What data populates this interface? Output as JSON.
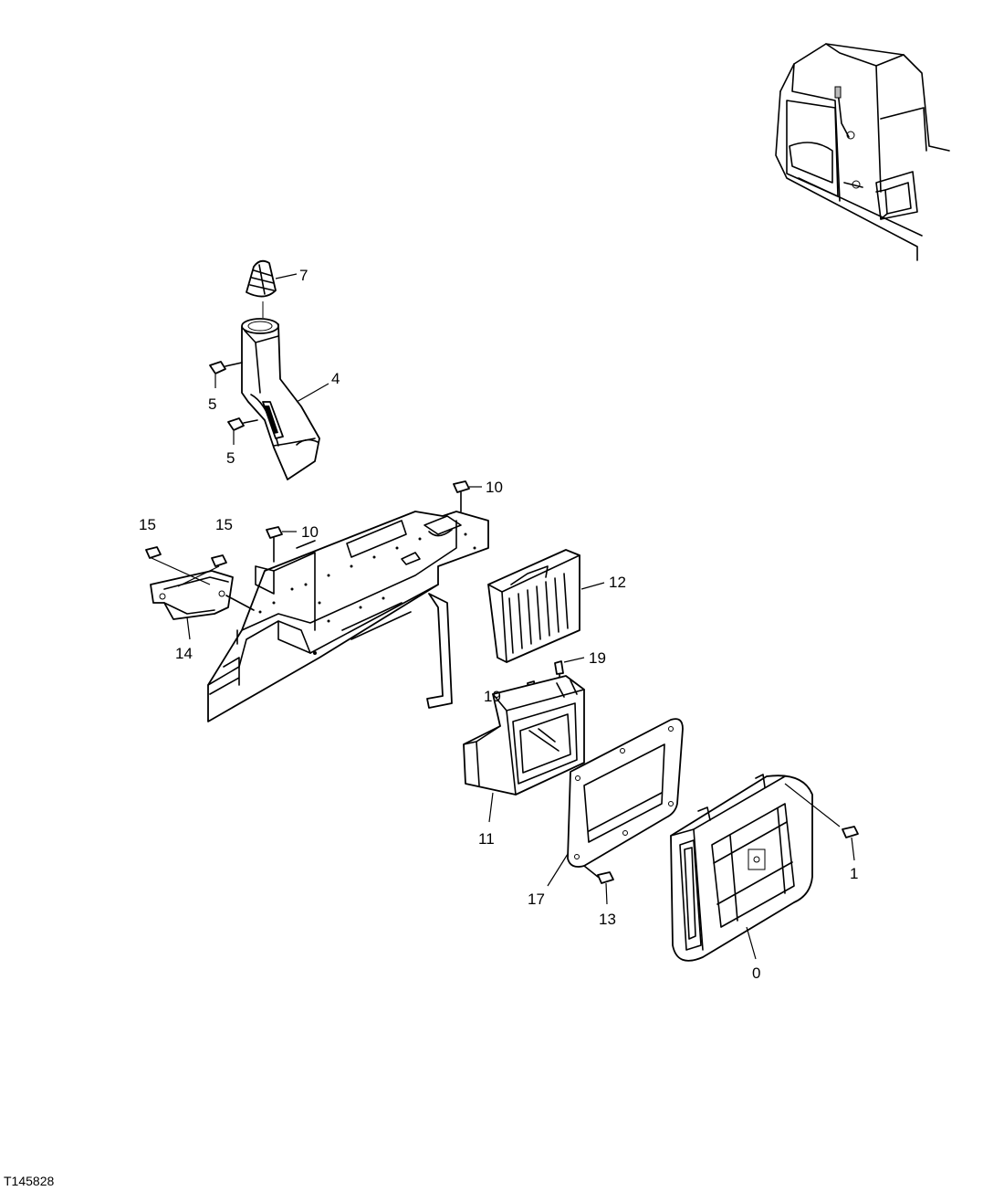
{
  "figure_id": "T145828",
  "callouts": {
    "c0": "0",
    "c1": "1",
    "c4": "4",
    "c5a": "5",
    "c5b": "5",
    "c7": "7",
    "c10a": "10",
    "c10b": "10",
    "c11": "11",
    "c12": "12",
    "c13": "13",
    "c14": "14",
    "c15a": "15",
    "c15b": "15",
    "c17": "17",
    "c19a": "19",
    "c19b": "19"
  }
}
